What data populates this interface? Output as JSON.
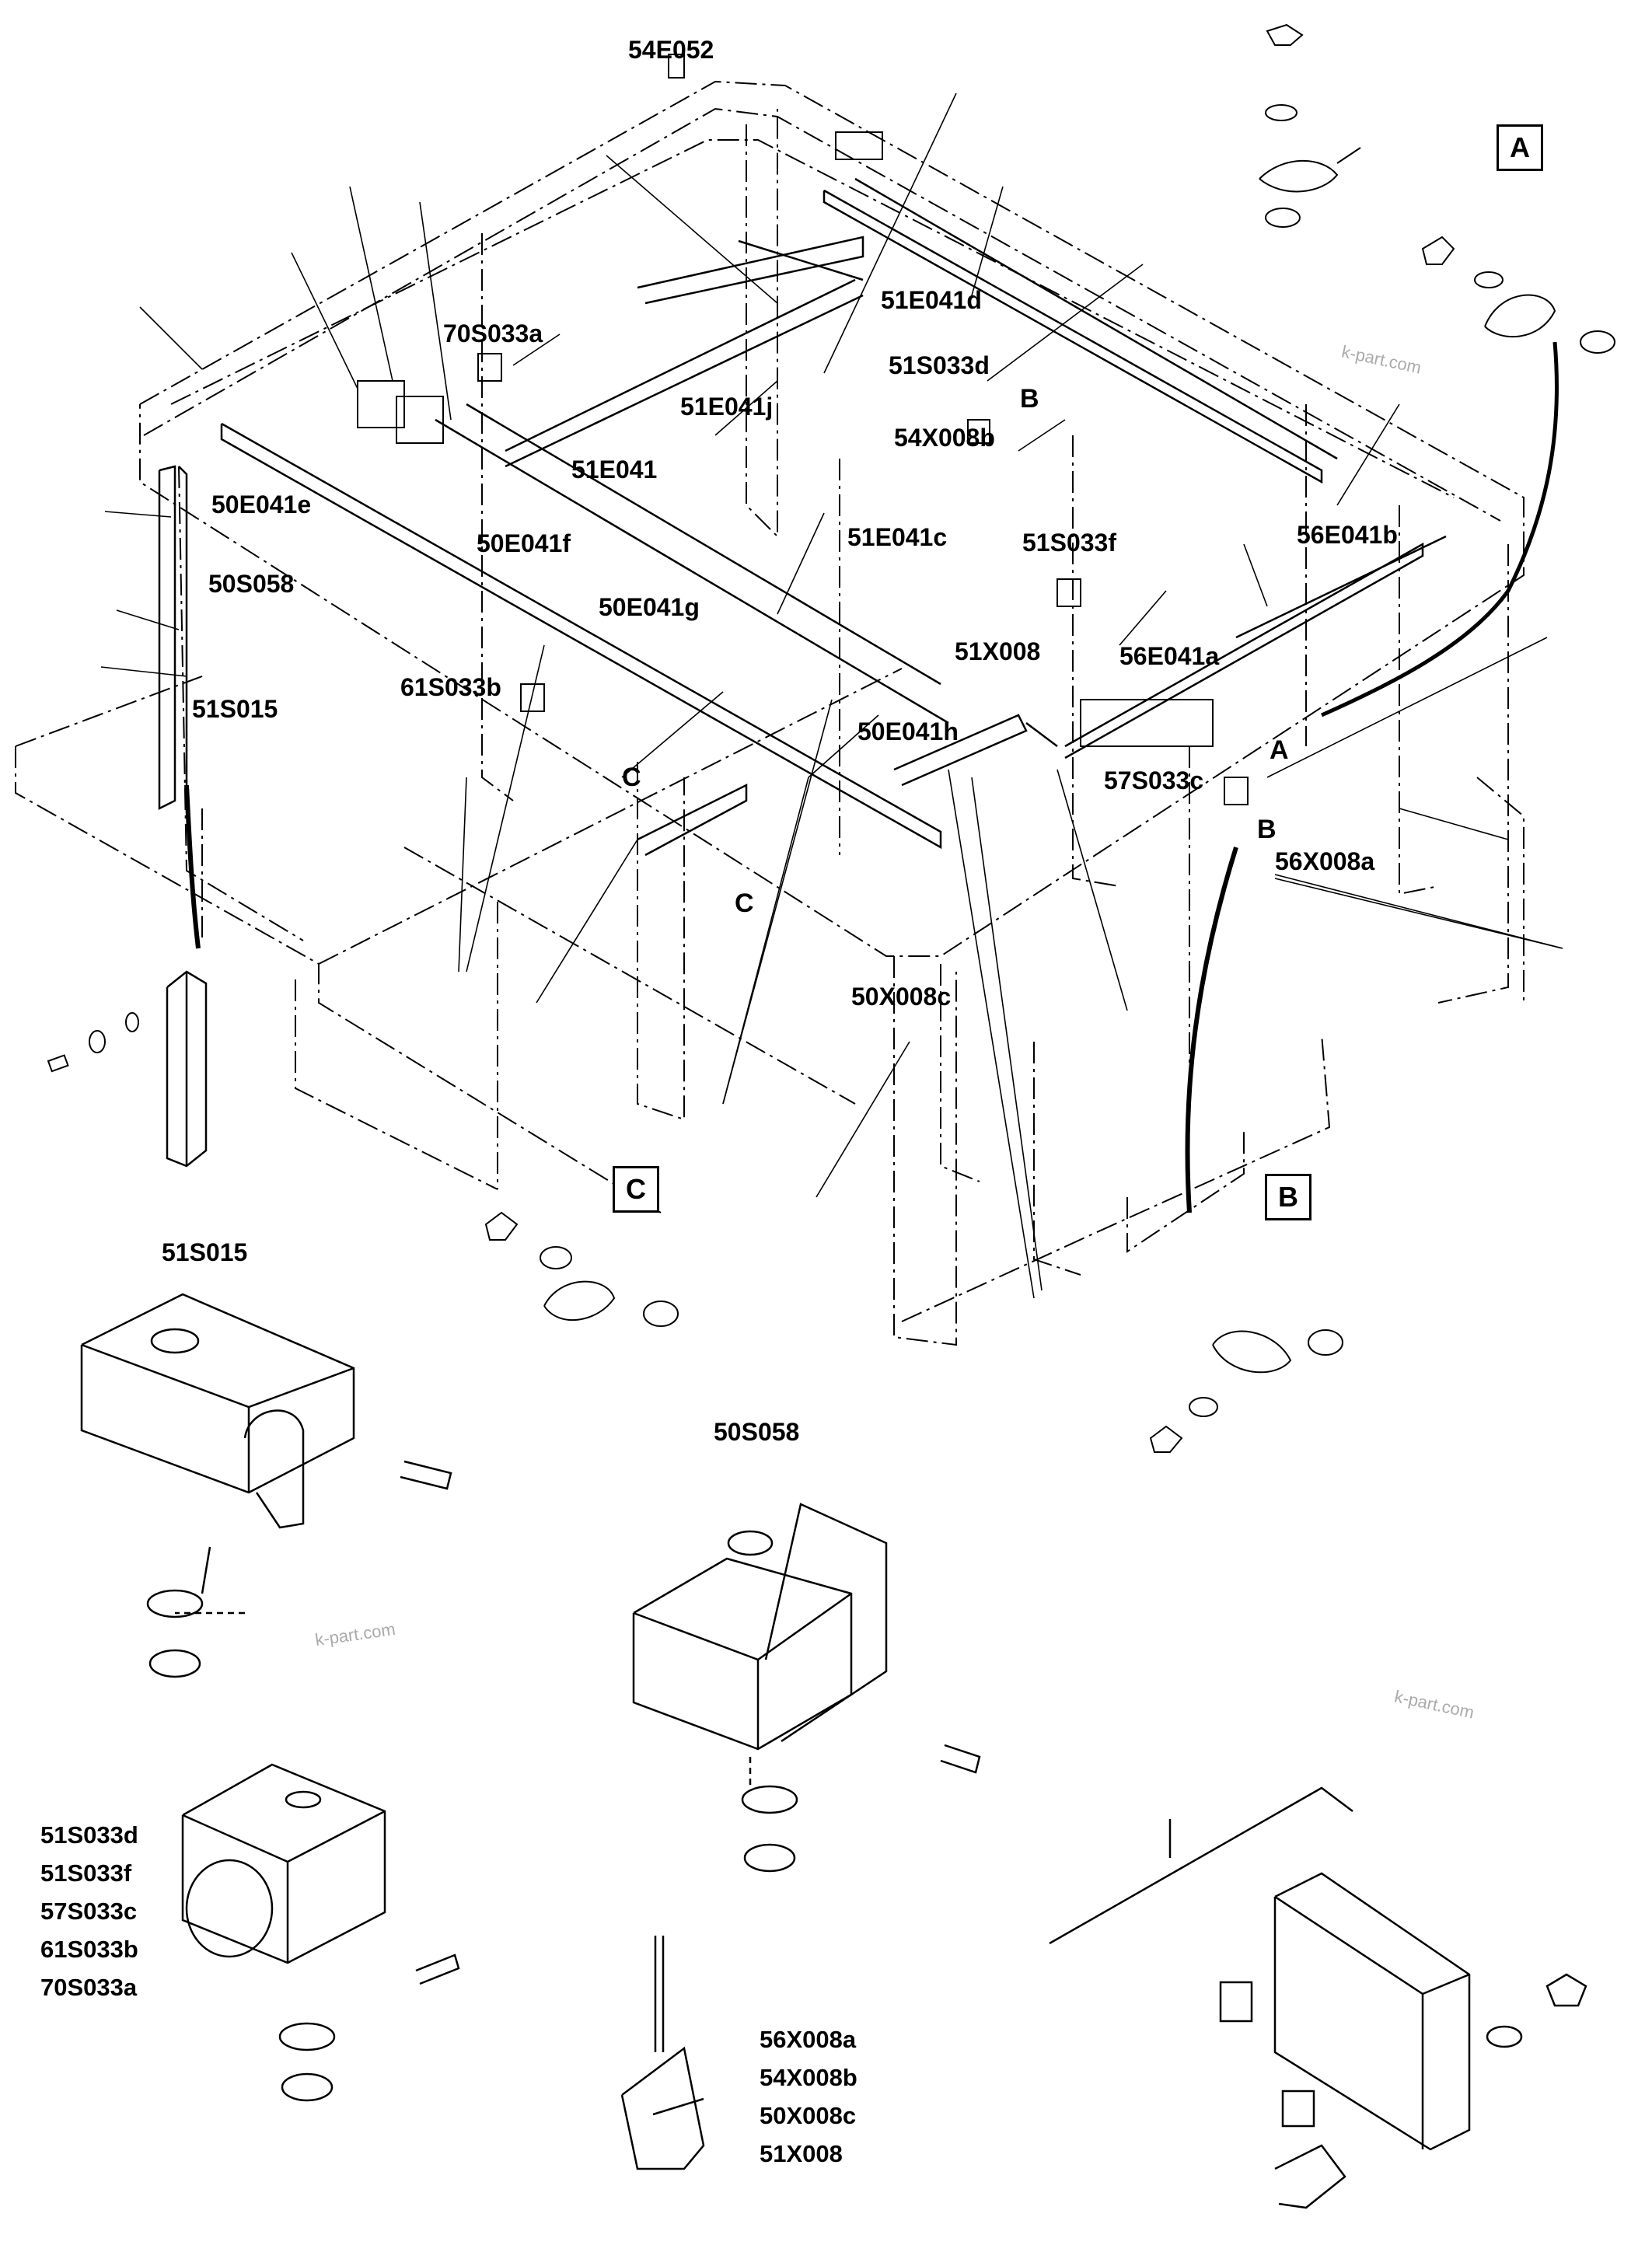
{
  "labels": {
    "p54E052": "54E052",
    "p51E041d": "51E041d",
    "p70S033a": "70S033a",
    "p51S033d": "51S033d",
    "p51E041j": "51E041j",
    "p54X008b": "54X008b",
    "p51E041": "51E041",
    "p50E041e": "50E041e",
    "p50E041f": "50E041f",
    "p50S058": "50S058",
    "p51E041c": "51E041c",
    "p51S033f": "51S033f",
    "p56E041b": "56E041b",
    "p50E041g": "50E041g",
    "p51X008": "51X008",
    "p56E041a": "56E041a",
    "p51S015": "51S015",
    "p61S033b": "61S033b",
    "p50E041h": "50E041h",
    "p57S033c": "57S033c",
    "p56X008a": "56X008a",
    "p50X008c": "50X008c"
  },
  "refs": {
    "a": "A",
    "b": "B",
    "c": "C"
  },
  "boxes": {
    "a": "A",
    "b": "B",
    "c": "C"
  },
  "detail_titles": {
    "switch_51S015": "51S015",
    "switch_50S058": "50S058"
  },
  "switch_group": [
    "51S033d",
    "51S033f",
    "57S033c",
    "61S033b",
    "70S033a"
  ],
  "connector_group": [
    "56X008a",
    "54X008b",
    "50X008c",
    "51X008"
  ],
  "watermark": "k-part.com"
}
